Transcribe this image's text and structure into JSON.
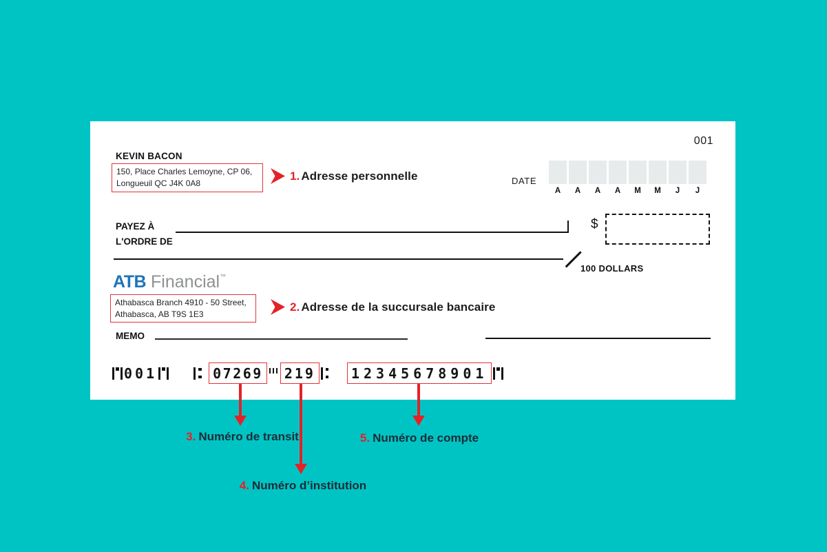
{
  "page": {
    "background_color": "#00c4c4",
    "accent_red": "#e32228"
  },
  "cheque": {
    "number": "001",
    "payer": {
      "name": "KEVIN BACON",
      "address_line1": "150, Place Charles Lemoyne, CP 06,",
      "address_line2": "Longueuil QC J4K 0A8"
    },
    "date": {
      "label": "DATE",
      "letters": [
        "A",
        "A",
        "A",
        "A",
        "M",
        "M",
        "J",
        "J"
      ]
    },
    "payee": {
      "line1": "PAYEZ À",
      "line2": "L'ORDRE DE"
    },
    "amount": {
      "currency_symbol": "$",
      "fraction_label": "100 DOLLARS"
    },
    "bank": {
      "logo_primary": "ATB",
      "logo_secondary": "Financial",
      "trademark": "™",
      "logo_blue": "#1e73b9",
      "branch_line1": "Athabasca Branch 4910 - 50 Street,",
      "branch_line2": "Athabasca, AB T9S 1E3"
    },
    "memo_label": "MEMO",
    "micr": {
      "cheque_number": "001",
      "transit_number": "07269",
      "institution_number": "219",
      "account_number": "12345678901"
    }
  },
  "annotations": {
    "items": [
      {
        "number": "1.",
        "label": "Adresse personnelle"
      },
      {
        "number": "2.",
        "label": "Adresse de la succursale bancaire"
      },
      {
        "number": "3.",
        "label": "Numéro de transit"
      },
      {
        "number": "4.",
        "label": "Numéro d’institution"
      },
      {
        "number": "5.",
        "label": "Numéro de compte"
      }
    ]
  }
}
